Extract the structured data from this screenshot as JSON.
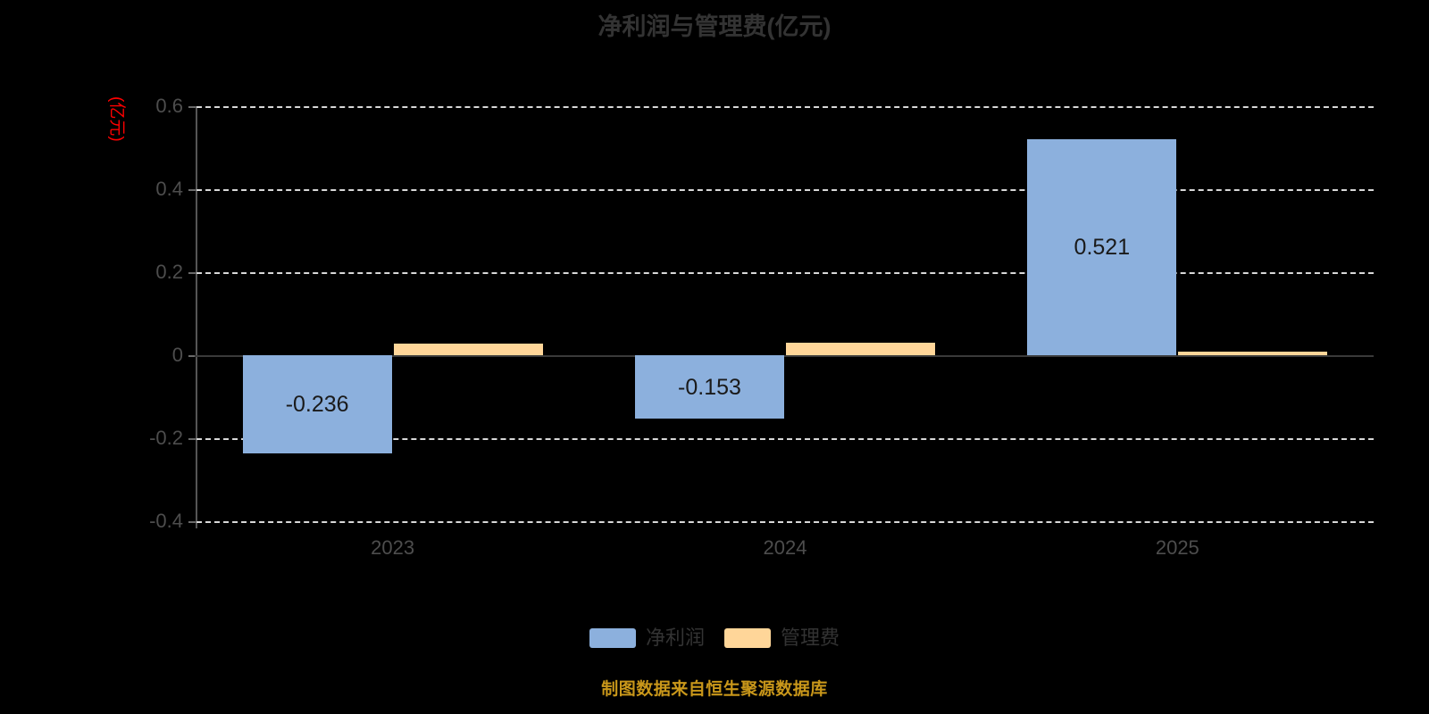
{
  "chart_data": {
    "type": "bar",
    "title": "净利润与管理费(亿元)",
    "xlabel": "",
    "ylabel": "(亿元)",
    "categories": [
      "2023",
      "2024",
      "2025"
    ],
    "series": [
      {
        "name": "净利润",
        "color": "#8cb0dd",
        "values": [
          -0.236,
          -0.153,
          0.521
        ],
        "labels": [
          "-0.236",
          "-0.153",
          "0.521"
        ]
      },
      {
        "name": "管理费",
        "color": "#ffd699",
        "values": [
          0.029,
          0.03,
          0.009
        ],
        "labels": [
          "",
          "",
          ""
        ]
      }
    ],
    "ylim": [
      -0.4,
      0.6
    ],
    "yticks": [
      0.6,
      0.4,
      0.2,
      0,
      -0.2,
      -0.4
    ],
    "ytick_labels": [
      "0.6",
      "0.4",
      "0.2",
      "0",
      "-0.2",
      "-0.4"
    ],
    "grid": true,
    "grid_style": "dashed-horizontal",
    "legend_position": "bottom-center",
    "zero_line": true
  },
  "annotations": {
    "unit_label": "(亿元)",
    "unit_label_color": "#ff0000",
    "footer": "制图数据来自恒生聚源数据库",
    "footer_color": "#c9971a",
    "background": "#000000",
    "title_color": "#333333"
  }
}
